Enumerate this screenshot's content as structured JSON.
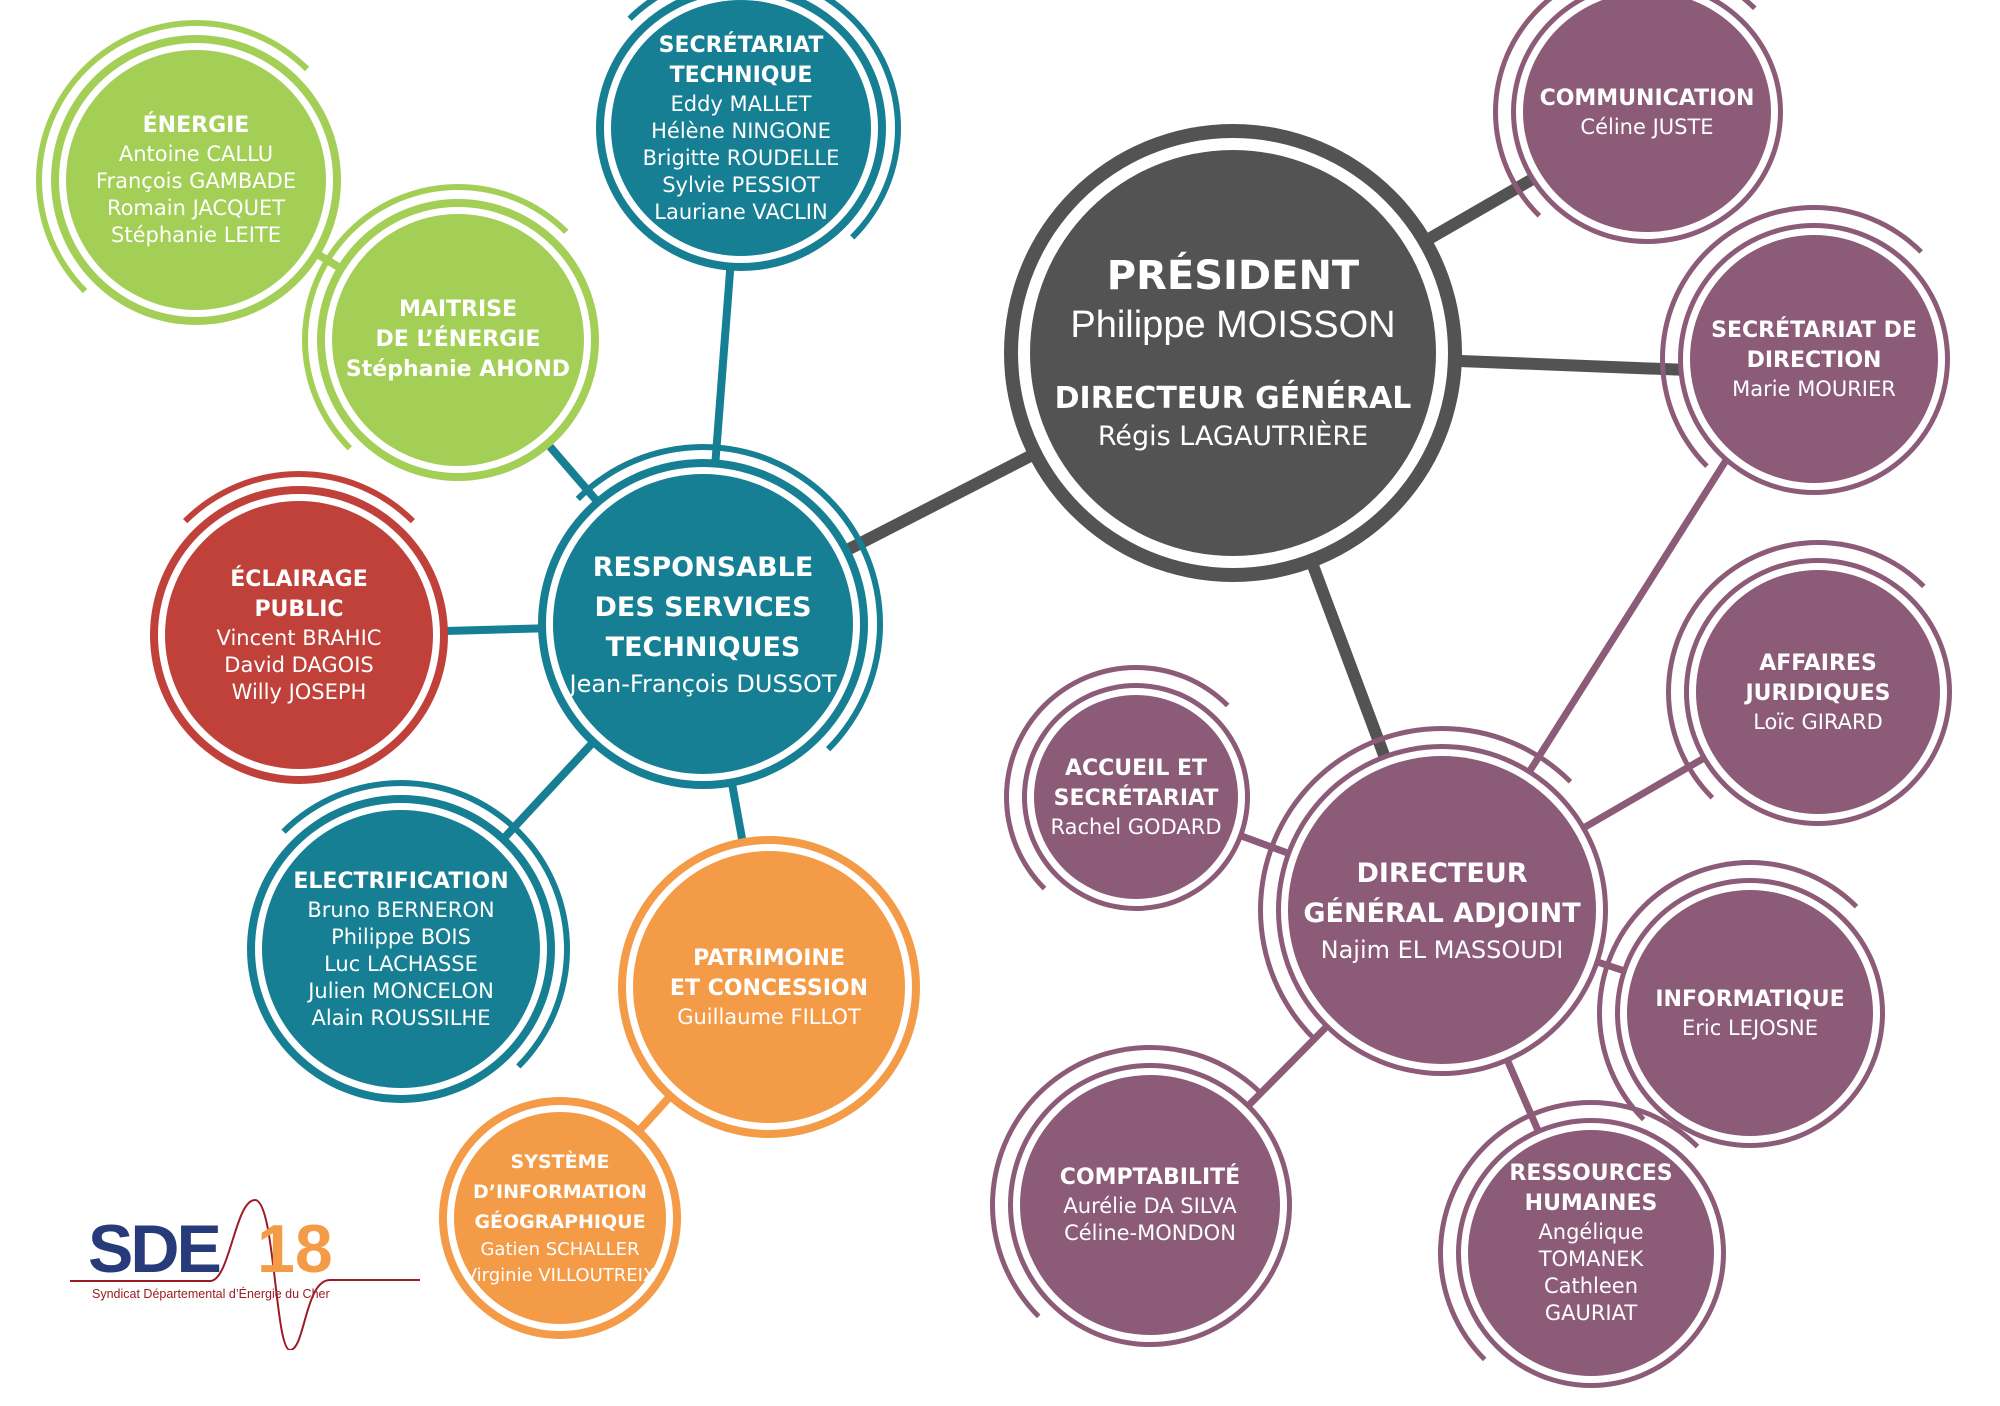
{
  "president": {
    "title": "PRÉSIDENT",
    "name": "Philippe MOISSON",
    "dg_title": "DIRECTEUR GÉNÉRAL",
    "dg_name": "Régis LAGAUTRIÈRE"
  },
  "responsable": {
    "title": [
      "RESPONSABLE",
      "DES SERVICES",
      "TECHNIQUES"
    ],
    "name": "Jean-François DUSSOT"
  },
  "energie": {
    "title": "ÉNERGIE",
    "people": [
      "Antoine CALLU",
      "François GAMBADE",
      "Romain JACQUET",
      "Stéphanie LEITE"
    ]
  },
  "maitrise": {
    "title": [
      "MAITRISE",
      "DE L’ÉNERGIE"
    ],
    "name": "Stéphanie AHOND"
  },
  "sec_tech": {
    "title": [
      "SECRÉTARIAT",
      "TECHNIQUE"
    ],
    "people": [
      "Eddy MALLET",
      "Hélène NINGONE",
      "Brigitte ROUDELLE",
      "Sylvie PESSIOT",
      "Lauriane VACLIN"
    ]
  },
  "eclairage": {
    "title": [
      "ÉCLAIRAGE",
      "PUBLIC"
    ],
    "people": [
      "Vincent BRAHIC",
      "David DAGOIS",
      "Willy JOSEPH"
    ]
  },
  "electrification": {
    "title": "ELECTRIFICATION",
    "people": [
      "Bruno BERNERON",
      "Philippe BOIS",
      "Luc LACHASSE",
      "Julien MONCELON",
      "Alain ROUSSILHE"
    ]
  },
  "patrimoine": {
    "title": [
      "PATRIMOINE",
      "ET CONCESSION"
    ],
    "name": "Guillaume FILLOT"
  },
  "sig": {
    "title": [
      "SYSTÈME",
      "D’INFORMATION",
      "GÉOGRAPHIQUE"
    ],
    "people": [
      "Gatien SCHALLER",
      "Virginie VILLOUTREIX"
    ]
  },
  "communication": {
    "title": "COMMUNICATION",
    "name": "Céline JUSTE"
  },
  "sec_direction": {
    "title": [
      "SECRÉTARIAT DE",
      "DIRECTION"
    ],
    "name": "Marie MOURIER"
  },
  "affaires": {
    "title": [
      "AFFAIRES",
      "JURIDIQUES"
    ],
    "name": "Loïc GIRARD"
  },
  "accueil": {
    "title": [
      "ACCUEIL ET",
      "SECRÉTARIAT"
    ],
    "name": "Rachel GODARD"
  },
  "dga": {
    "title": [
      "DIRECTEUR",
      "GÉNÉRAL ADJOINT"
    ],
    "name": "Najim EL MASSOUDI"
  },
  "informatique": {
    "title": "INFORMATIQUE",
    "name": "Eric LEJOSNE"
  },
  "comptabilite": {
    "title": "COMPTABILITÉ",
    "people": [
      "Aurélie DA SILVA",
      "Céline-MONDON"
    ]
  },
  "rh": {
    "title": [
      "RESSOURCES",
      "HUMAINES"
    ],
    "people": [
      "Angélique",
      "TOMANEK",
      "Cathleen",
      "GAURIAT"
    ]
  },
  "logo": {
    "sde": "SDE",
    "num": "18",
    "subtitle": "Syndicat Départemental d’Énergie du Cher"
  },
  "colors": {
    "green": "#a3cf57",
    "teal": "#167f93",
    "red": "#c0413a",
    "orange": "#f49b48",
    "purple": "#8c5b78",
    "dark": "#535353"
  }
}
